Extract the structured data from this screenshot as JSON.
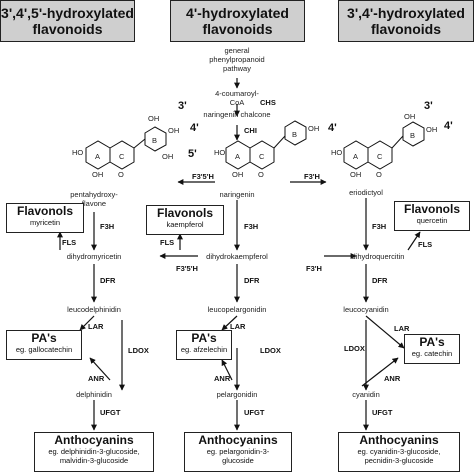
{
  "headers": {
    "left": "3',4',5'-hydroxylated flavonoids",
    "middle": "4'-hydroxylated flavonoids",
    "right": "3',4'-hydroxylated flavonoids"
  },
  "precursors": {
    "general": "general phenylpropanoid pathway",
    "coumaroyl": "4-coumaroyl-CoA",
    "chalcone": "naringenin chalcone"
  },
  "compounds": {
    "pentahydroxyflavone": "pentahydroxy-flavone",
    "naringenin": "naringenin",
    "eriodictyol": "eriodictyol",
    "dihydromyricetin": "dihydromyricetin",
    "dihydrokaempferol": "dihydrokaempferol",
    "dihydroquercetin": "dihydroquercitin",
    "leucodelphinidin": "leucodelphinidin",
    "leucopelargonidin": "leucopelargonidin",
    "leucocyanidin": "leucocyanidin",
    "delphinidin": "delphinidin",
    "pelargonidin": "pelargonidin",
    "cyanidin": "cyanidin"
  },
  "enzymes": {
    "chs": "CHS",
    "chi": "CHI",
    "f35h": "F3'5'H",
    "f3h_prime": "F3'H",
    "f3h": "F3H",
    "fls": "FLS",
    "dfr": "DFR",
    "lar": "LAR",
    "ldox": "LDOX",
    "anr": "ANR",
    "ufgt": "UFGT"
  },
  "ring_labels": {
    "a": "A",
    "b": "B",
    "c": "C",
    "oh": "OH",
    "ho": "HO",
    "o": "O"
  },
  "positions": {
    "p3": "3'",
    "p4": "4'",
    "p5": "5'"
  },
  "boxes": {
    "flavonols_left": {
      "title": "Flavonols",
      "sub": "myricetin"
    },
    "flavonols_mid": {
      "title": "Flavonols",
      "sub": "kaempferol"
    },
    "flavonols_right": {
      "title": "Flavonols",
      "sub": "quercetin"
    },
    "pa_left": {
      "title": "PA's",
      "sub": "eg. gallocatechin"
    },
    "pa_mid": {
      "title": "PA's",
      "sub": "eg. afzelechin"
    },
    "pa_right": {
      "title": "PA's",
      "sub": "eg. catechin"
    },
    "antho_left": {
      "title": "Anthocyanins",
      "sub1": "eg. delphinidin-3-glucoside,",
      "sub2": "malvidin-3-glucoside"
    },
    "antho_mid": {
      "title": "Anthocyanins",
      "sub1": "eg. pelargonidin-3-",
      "sub2": "glucoside"
    },
    "antho_right": {
      "title": "Anthocyanins",
      "sub1": "eg. cyanidin-3-glucoside,",
      "sub2": "pecnidin-3-glucoside"
    }
  }
}
